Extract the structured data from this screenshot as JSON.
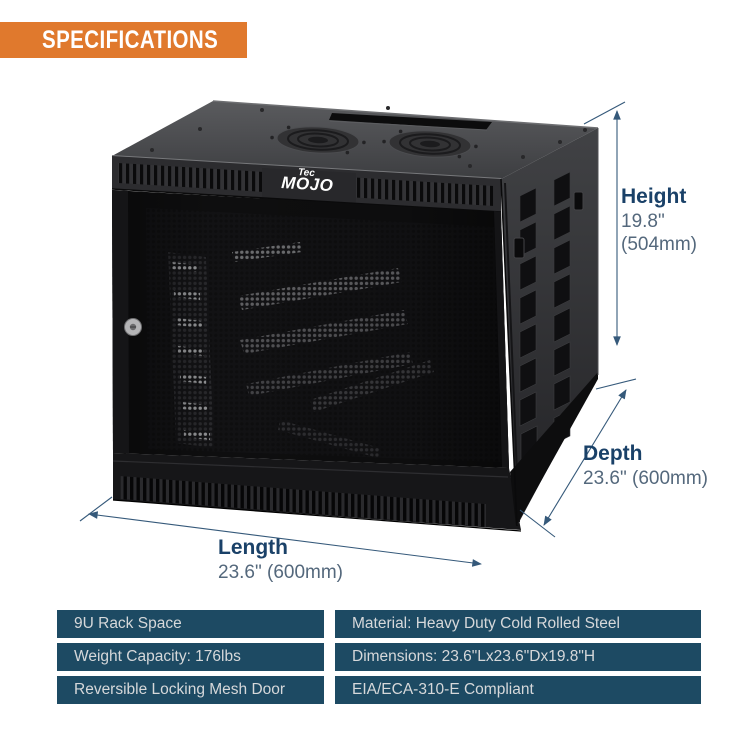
{
  "header": {
    "title": "SPECIFICATIONS"
  },
  "product": {
    "brand_script": "Tec",
    "brand_name": "MOJO"
  },
  "annotations": {
    "height": {
      "label": "Height",
      "line1": "19.8\"",
      "line2": "(504mm)"
    },
    "depth": {
      "label": "Depth",
      "value": "23.6\" (600mm)"
    },
    "length": {
      "label": "Length",
      "value": "23.6\" (600mm)"
    }
  },
  "spec_table": {
    "rows": [
      {
        "left": "9U Rack Space",
        "right": "Material: Heavy Duty Cold Rolled Steel"
      },
      {
        "left": "Weight Capacity: 176lbs",
        "right": "Dimensions: 23.6\"Lx23.6\"Dx19.8\"H"
      },
      {
        "left": "Reversible Locking Mesh Door",
        "right": "EIA/ECA-310-E Compliant"
      }
    ]
  },
  "colors": {
    "accent_orange": "#E0792D",
    "table_blue": "#1D4A63",
    "dim_label": "#1A4168",
    "dim_value": "#54687C",
    "dim_line": "#35597A"
  }
}
